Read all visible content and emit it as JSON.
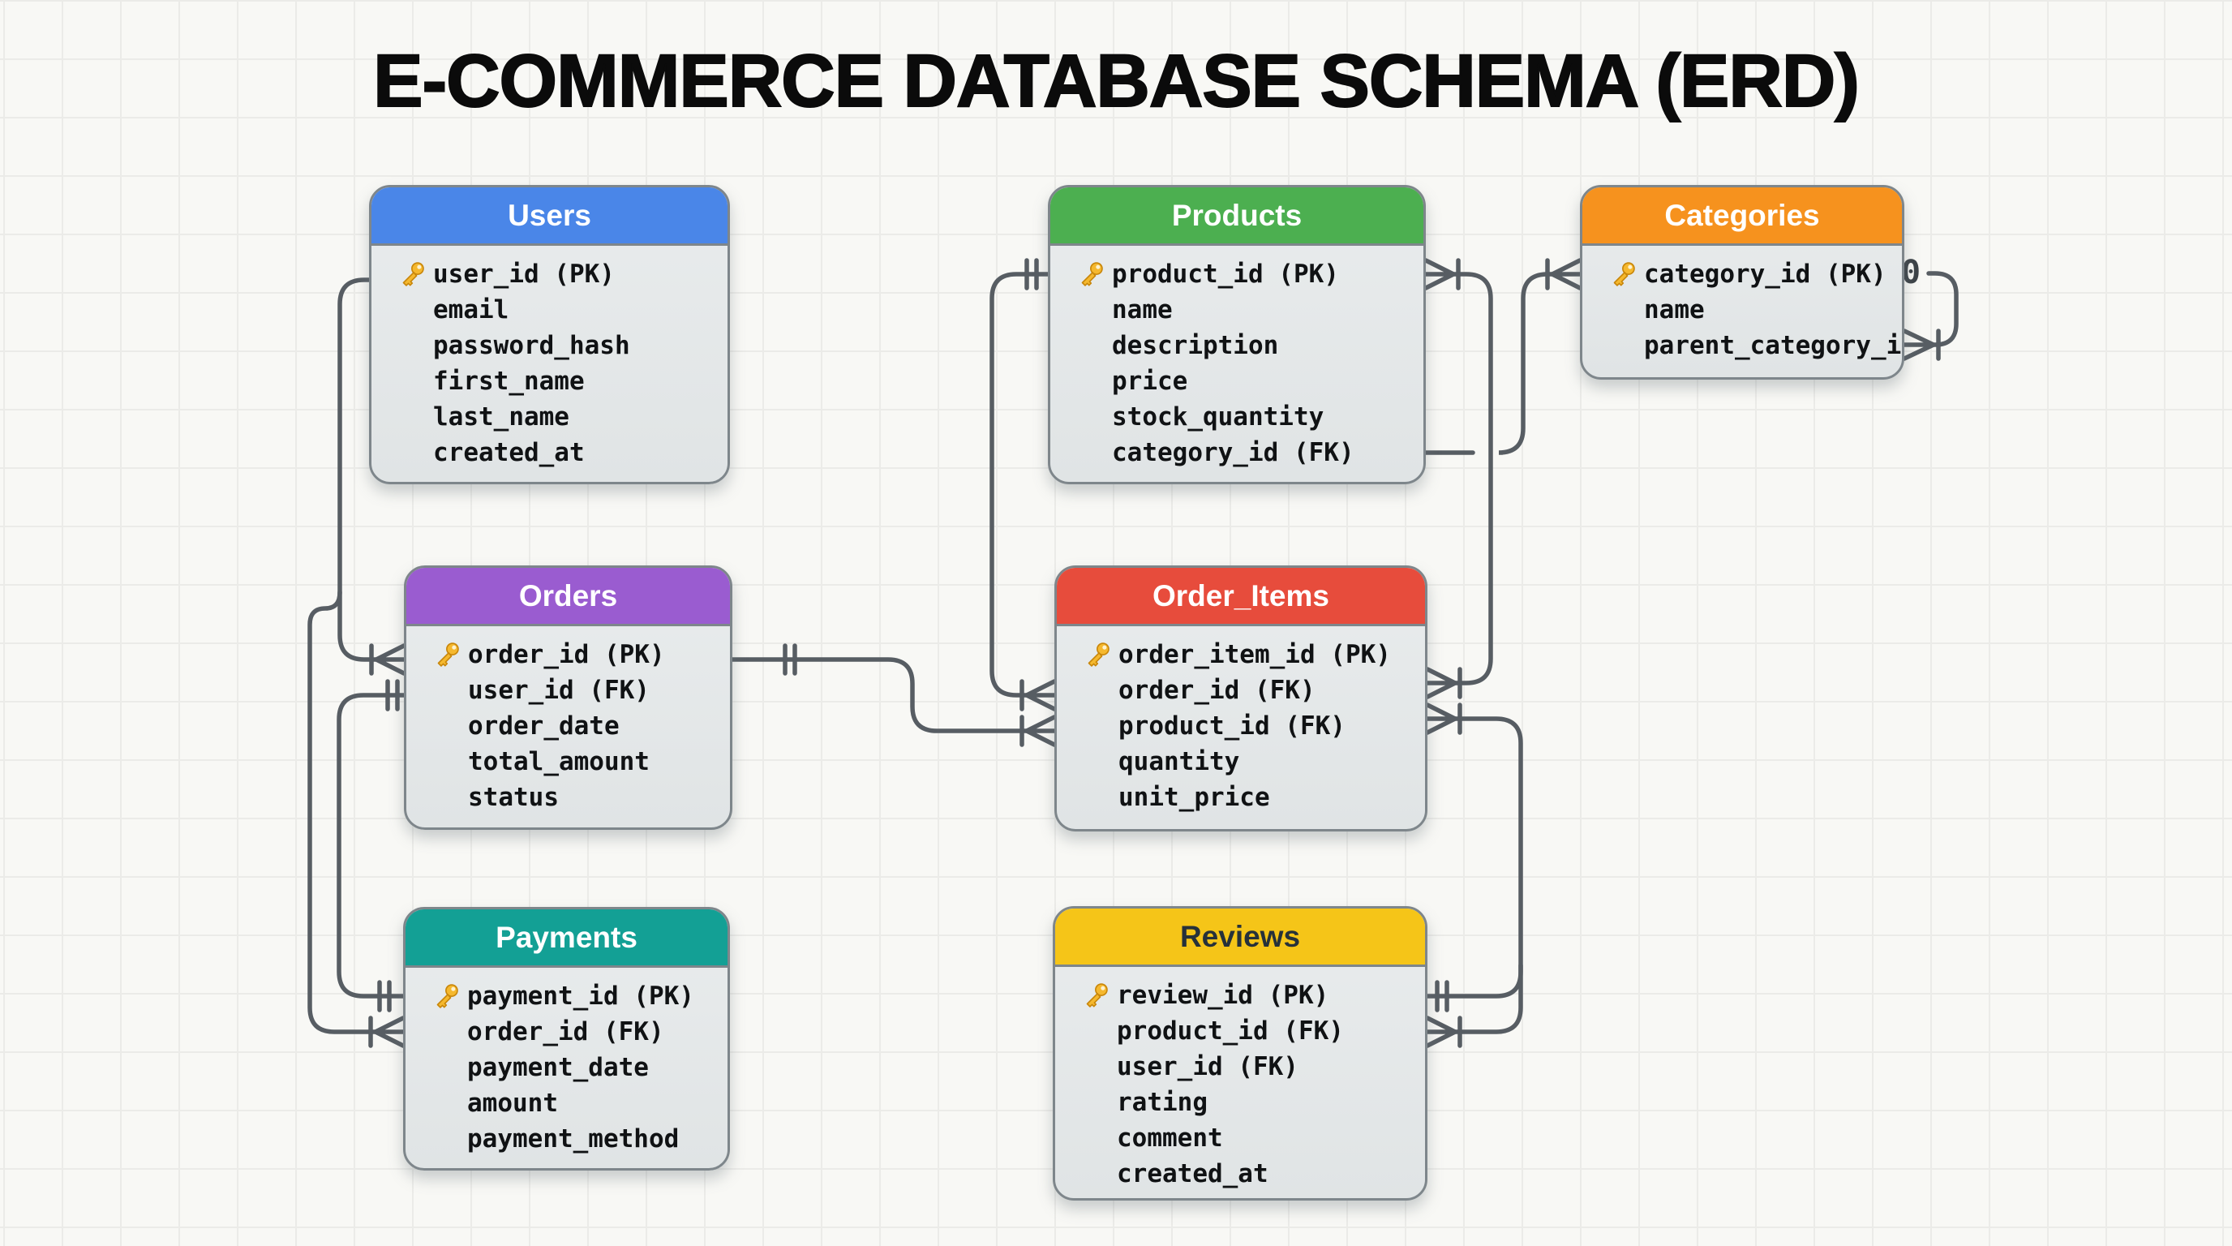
{
  "title": "E-COMMERCE DATABASE SCHEMA (ERD)",
  "colors": {
    "canvas_bg": "#f8f8f5",
    "grid_line": "#ebebe8",
    "connector": "#575d63",
    "table_body": "#e3e7e8",
    "table_border": "#7e868b"
  },
  "tables": {
    "users": {
      "title": "Users",
      "header_color": "#4a86e8",
      "title_color": "#ffffff",
      "fields": [
        {
          "text": "user_id (PK)",
          "pk": true
        },
        {
          "text": "email"
        },
        {
          "text": "password_hash"
        },
        {
          "text": "first_name"
        },
        {
          "text": "last_name"
        },
        {
          "text": "created_at"
        }
      ]
    },
    "products": {
      "title": "Products",
      "header_color": "#4caf50",
      "title_color": "#ffffff",
      "fields": [
        {
          "text": "product_id (PK)",
          "pk": true
        },
        {
          "text": "name"
        },
        {
          "text": "description"
        },
        {
          "text": "price"
        },
        {
          "text": "stock_quantity"
        },
        {
          "text": "category_id (FK)"
        }
      ]
    },
    "categories": {
      "title": "Categories",
      "header_color": "#f6921e",
      "title_color": "#ffffff",
      "fields": [
        {
          "text": "category_id (PK)",
          "pk": true
        },
        {
          "text": "name"
        },
        {
          "text": "parent_category_id (FK)"
        }
      ]
    },
    "orders": {
      "title": "Orders",
      "header_color": "#9a5cd0",
      "title_color": "#ffffff",
      "fields": [
        {
          "text": "order_id (PK)",
          "pk": true
        },
        {
          "text": "user_id (FK)"
        },
        {
          "text": "order_date"
        },
        {
          "text": "total_amount"
        },
        {
          "text": "status"
        }
      ]
    },
    "order_items": {
      "title": "Order_Items",
      "header_color": "#e74c3c",
      "title_color": "#ffffff",
      "fields": [
        {
          "text": "order_item_id (PK)",
          "pk": true
        },
        {
          "text": "order_id (FK)"
        },
        {
          "text": "product_id (FK)"
        },
        {
          "text": "quantity"
        },
        {
          "text": "unit_price"
        }
      ]
    },
    "payments": {
      "title": "Payments",
      "header_color": "#13a095",
      "title_color": "#ffffff",
      "fields": [
        {
          "text": "payment_id (PK)",
          "pk": true
        },
        {
          "text": "order_id (FK)"
        },
        {
          "text": "payment_date"
        },
        {
          "text": "amount"
        },
        {
          "text": "payment_method"
        }
      ]
    },
    "reviews": {
      "title": "Reviews",
      "header_color": "#f5c518",
      "title_color": "#26313a",
      "fields": [
        {
          "text": "review_id (PK)",
          "pk": true
        },
        {
          "text": "product_id (FK)"
        },
        {
          "text": "user_id (FK)"
        },
        {
          "text": "rating"
        },
        {
          "text": "comment"
        },
        {
          "text": "created_at"
        }
      ]
    }
  },
  "relationships": [
    {
      "from": "Users.user_id",
      "to": "Orders.order_id",
      "from_marker": "none",
      "to_marker": "one-many"
    },
    {
      "from": "Users.user_id",
      "to": "Payments.order_id",
      "from_marker": "none",
      "to_marker": "one-many"
    },
    {
      "from": "Orders.user_id",
      "to": "Payments.payment_id",
      "from_marker": "one",
      "to_marker": "one"
    },
    {
      "from": "Orders.order_id",
      "to": "Order_Items.product_id",
      "from_marker": "one",
      "to_marker": "one-many"
    },
    {
      "from": "Products.product_id",
      "to": "Order_Items.order_id",
      "from_marker": "one",
      "to_marker": "one-many"
    },
    {
      "from": "Products.product_id",
      "to": "Order_Items.order_id",
      "from_marker": "one-many",
      "to_marker": "one-many",
      "side": "right"
    },
    {
      "from": "Order_Items.product_id",
      "to": "Reviews.product_id",
      "from_marker": "one-many",
      "to_marker": "one-many",
      "side": "right"
    },
    {
      "from": "Reviews.review_id",
      "to": "trunk-junction",
      "from_marker": "one",
      "side": "right"
    },
    {
      "from": "Products.category_id",
      "to": "Categories.category_id",
      "from_marker": "none",
      "to_marker": "one-many"
    },
    {
      "from": "Categories.category_id",
      "to": "Categories.parent_category_id",
      "from_marker": "zero",
      "to_marker": "one-many"
    }
  ],
  "markers": {
    "categories_zero": "0"
  }
}
